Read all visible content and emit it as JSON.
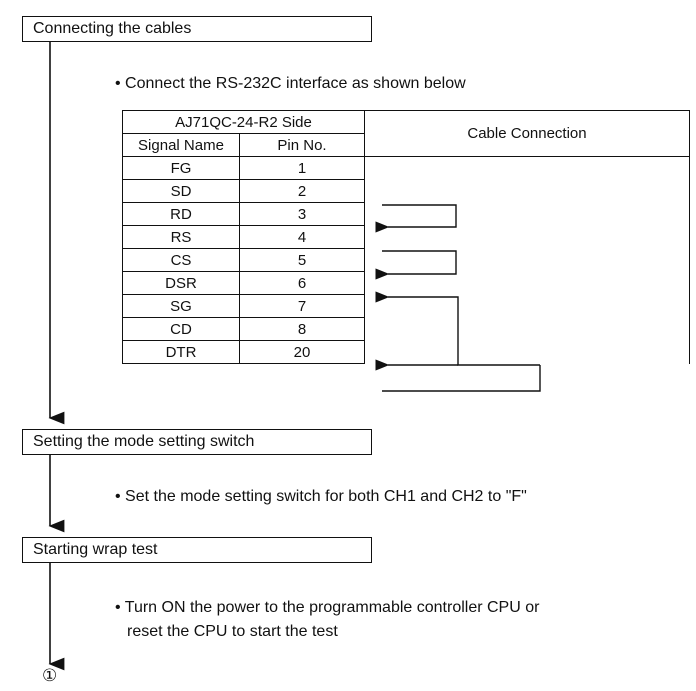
{
  "steps": [
    {
      "title": "Connecting the cables"
    },
    {
      "title": "Setting the mode setting switch"
    },
    {
      "title": "Starting wrap test"
    }
  ],
  "notes": {
    "connect": "• Connect the RS-232C interface as shown below",
    "mode": "• Set the mode setting switch for both CH1 and CH2 to \"F\"",
    "start_line1": "• Turn ON the power to the programmable controller CPU or",
    "start_line2": "reset the CPU to start the test"
  },
  "table": {
    "group_header": "AJ71QC-24-R2 Side",
    "col_signal": "Signal Name",
    "col_pin": "Pin No.",
    "col_conn": "Cable Connection",
    "rows": [
      {
        "signal": "FG",
        "pin": "1"
      },
      {
        "signal": "SD",
        "pin": "2"
      },
      {
        "signal": "RD",
        "pin": "3"
      },
      {
        "signal": "RS",
        "pin": "4"
      },
      {
        "signal": "CS",
        "pin": "5"
      },
      {
        "signal": "DSR",
        "pin": "6"
      },
      {
        "signal": "SG",
        "pin": "7"
      },
      {
        "signal": "CD",
        "pin": "8"
      },
      {
        "signal": "DTR",
        "pin": "20"
      }
    ]
  },
  "continuation_marker": "①"
}
